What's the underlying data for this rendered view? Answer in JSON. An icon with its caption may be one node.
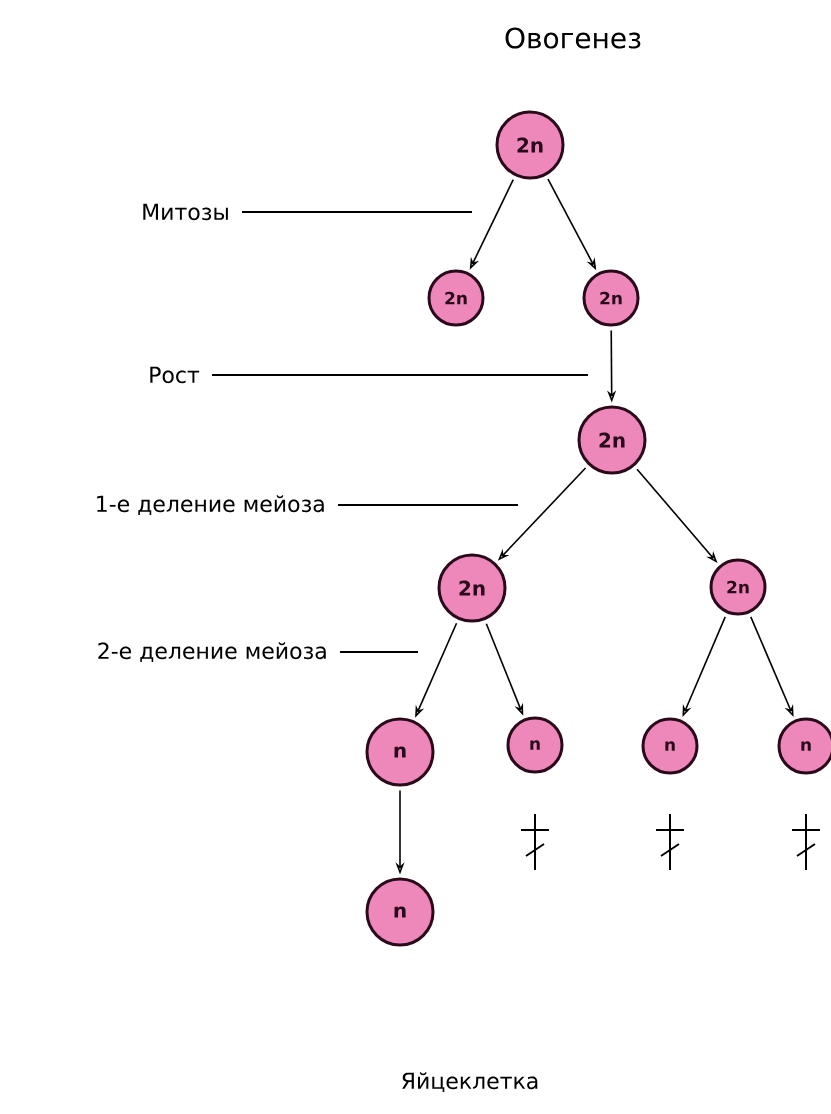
{
  "diagram": {
    "title": "Овогенез",
    "nodes": [
      {
        "text": [
          "2n"
        ]
      },
      {
        "text": [
          "2n"
        ]
      },
      {
        "text": [
          "2n"
        ]
      },
      {
        "text": [
          "2n"
        ]
      },
      {
        "text": [
          "2n"
        ]
      },
      {
        "text": [
          "2n"
        ]
      },
      {
        "text": [
          "n"
        ]
      },
      {
        "text": [
          "n"
        ]
      },
      {
        "text": [
          "n"
        ]
      },
      {
        "text": [
          "n"
        ]
      },
      {
        "text": [
          "n"
        ]
      },
      {
        "text": [
          "Митозы"
        ]
      },
      {
        "text": [
          "Рост"
        ]
      },
      {
        "text": [
          "1-е деление мейоза"
        ]
      },
      {
        "text": [
          "2-е деление мейоза"
        ]
      }
    ],
    "edges": [
      {
        "from": 0,
        "to": 1,
        "arrow": "to"
      },
      {
        "from": 0,
        "to": 2,
        "arrow": "to"
      },
      {
        "from": 2,
        "to": 3,
        "arrow": "to"
      },
      {
        "from": 3,
        "to": 4,
        "arrow": "to"
      },
      {
        "from": 3,
        "to": 5,
        "arrow": "to"
      },
      {
        "from": 4,
        "to": 6,
        "arrow": "to"
      },
      {
        "from": 4,
        "to": 7,
        "arrow": "to"
      },
      {
        "from": 5,
        "to": 8,
        "arrow": "to"
      },
      {
        "from": 5,
        "to": 9,
        "arrow": "to"
      },
      {
        "from": 6,
        "to": 10,
        "arrow": "to"
      },
      {
        "from": 11,
        "to": null,
        "arrow": "none"
      },
      {
        "from": 12,
        "to": null,
        "arrow": "none"
      },
      {
        "from": 13,
        "to": null,
        "arrow": "none"
      },
      {
        "from": 14,
        "to": null,
        "arrow": "none"
      }
    ],
    "labels": [
      "Яйцеклетка"
    ]
  }
}
